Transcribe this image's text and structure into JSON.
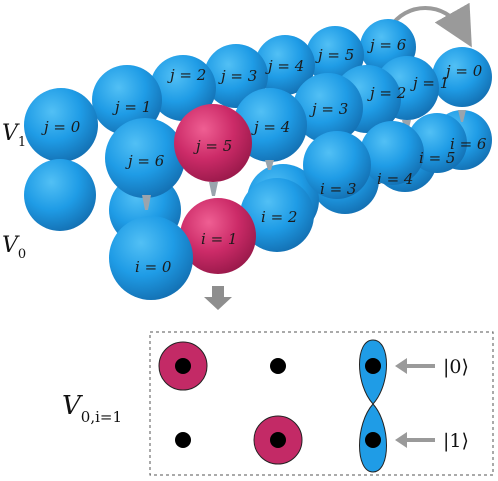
{
  "colors": {
    "ball": "#1f9ce6",
    "ball_dark": "#1479bf",
    "highlight": "#cc2b68",
    "arrow": "#9a9a9a",
    "dot": "#000000"
  },
  "layers": {
    "upper": {
      "label": "V",
      "sub": "1"
    },
    "lower": {
      "label": "V",
      "sub": "0"
    }
  },
  "upper_front_row": [
    "j = 0",
    "j = 6",
    "j = 5",
    "j = 4",
    "j = 3",
    "j = 2",
    "j = 1",
    "j = 0"
  ],
  "upper_back_row": [
    "j = 1",
    "j = 2",
    "j = 3",
    "j = 4",
    "j = 5",
    "j = 6"
  ],
  "lower_row": [
    "i = 0",
    "i = 1",
    "i = 2",
    "i = 3",
    "i = 4",
    "i = 5",
    "i = 6"
  ],
  "inset": {
    "label": "V",
    "sub": "0,i=1",
    "kets": [
      "|0⟩",
      "|1⟩"
    ]
  }
}
